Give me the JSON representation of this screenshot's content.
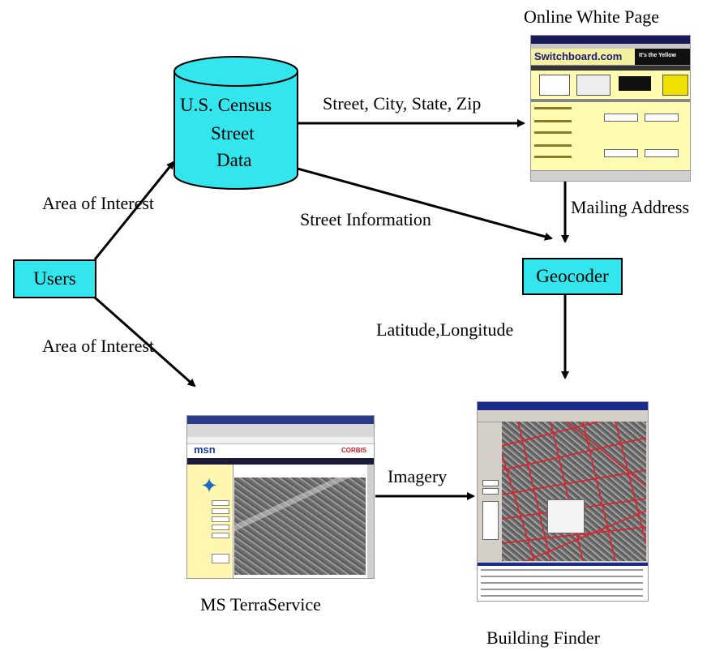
{
  "nodes": {
    "census": {
      "line1": "U.S. Census",
      "line2": "Street",
      "line3": "Data"
    },
    "users": "Users",
    "geocoder": "Geocoder",
    "online_white_page": "Online White Page",
    "terraservice": "MS TerraService",
    "building_finder": "Building Finder"
  },
  "edges": {
    "street_city_state_zip": "Street, City, State, Zip",
    "mailing_address": "Mailing Address",
    "street_information": "Street Information",
    "area_of_interest_top": "Area of Interest",
    "area_of_interest_bottom": "Area of Interest",
    "lat_long": "Latitude,Longitude",
    "imagery": "Imagery"
  },
  "screenshots": {
    "switchboard_logo": "Switchboard.com",
    "switchboard_tagline": "It's the Yellow",
    "msn_logo": "msn",
    "corbis": "CORBIS"
  },
  "colors": {
    "node_fill": "#33e6ee",
    "arrow": "#000000",
    "overlay_red": "#e0202a",
    "switchboard_bg": "#fffbb0"
  }
}
